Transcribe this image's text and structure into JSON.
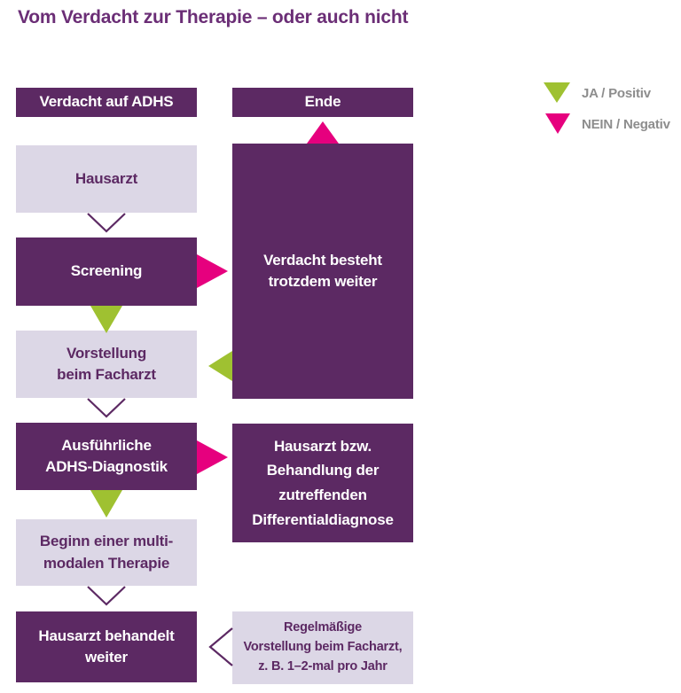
{
  "title": "Vom Verdacht zur Therapie – oder auch nicht",
  "legend": {
    "ja": {
      "label": "JA / Positiv"
    },
    "nein": {
      "label": "NEIN / Negativ"
    }
  },
  "colors": {
    "box_dark": "#5c2963",
    "box_light": "#dcd7e6",
    "ja_green": "#9fc131",
    "nein_pink": "#e6007e",
    "title_purple": "#6b2e76",
    "legend_text": "#8d8d8d",
    "chevron_stroke": "#5c2963"
  },
  "flow": {
    "left": [
      {
        "name": "verdacht-auf-adhs",
        "variant": "dark",
        "lines": [
          "Verdacht auf ADHS"
        ]
      },
      {
        "name": "hausarzt",
        "variant": "light",
        "lines": [
          "Hausarzt"
        ]
      },
      {
        "name": "screening",
        "variant": "dark",
        "lines": [
          "Screening"
        ]
      },
      {
        "name": "vorstellung-facharzt",
        "variant": "light",
        "lines": [
          "Vorstellung",
          "beim Facharzt"
        ]
      },
      {
        "name": "adhs-diagnostik",
        "variant": "dark",
        "lines": [
          "Ausführliche",
          "ADHS-Diagnostik"
        ]
      },
      {
        "name": "multimodale-therapie",
        "variant": "light",
        "lines": [
          "Beginn einer multi-",
          "modalen Therapie"
        ]
      },
      {
        "name": "hausarzt-behandelt",
        "variant": "dark",
        "lines": [
          "Hausarzt behandelt",
          "weiter"
        ]
      }
    ],
    "right": [
      {
        "name": "ende",
        "variant": "dark",
        "lines": [
          "Ende"
        ]
      },
      {
        "name": "verdacht-besteht",
        "variant": "dark",
        "lines": [
          "Verdacht besteht",
          "trotzdem weiter"
        ]
      },
      {
        "name": "differentialdiagnose",
        "variant": "dark",
        "lines": [
          "Hausarzt bzw.",
          "Behandlung der",
          "zutreffenden",
          "Differentialdiagnose"
        ]
      },
      {
        "name": "regelmaessige-vorstellung",
        "variant": "light",
        "lines": [
          "Regelmäßige",
          "Vorstellung beim Facharzt,",
          "z. B. 1–2-mal pro Jahr"
        ]
      }
    ]
  },
  "connectors": {
    "hausarzt_to_screening": "chevron-down",
    "screening_ja_down": "triangle-down-green",
    "screening_nein_right": "triangle-right-pink",
    "verdacht_nein_up_to_ende": "triangle-up-pink",
    "verdacht_ja_left_to_vorstellung": "triangle-left-green",
    "vorstellung_to_diagnostik": "chevron-down",
    "diagnostik_ja_down": "triangle-down-green",
    "diagnostik_nein_right": "triangle-right-pink",
    "therapie_to_hausarzt": "chevron-down",
    "regelmaessig_left_chevron": "chevron-left"
  }
}
